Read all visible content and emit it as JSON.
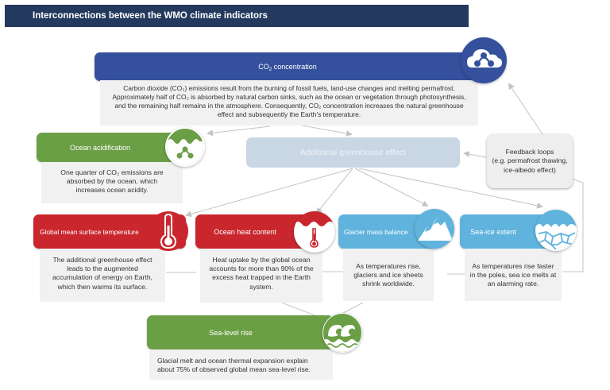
{
  "title": "Interconnections between the WMO climate indicators",
  "colors": {
    "title_bar": "#23395d",
    "co2": "#35509c",
    "green": "#6b9f45",
    "red": "#c9272d",
    "light_blue": "#5fb3dd",
    "ghg_box": "#c9d6e3",
    "desc_bg": "#f1f1f1",
    "connector": "#bdbdbd"
  },
  "nodes": {
    "co2": {
      "title_prefix": "CO",
      "title_sub": "2",
      "title_suffix": " concentration",
      "icon": "cloud-network-icon",
      "description": "Carbon dioxide (CO₂) emissions result from the burning of fossil fuels, land-use changes and melting permafrost. Approximately half of CO₂ is absorbed by natural carbon sinks, such as the ocean or vegetation through photosynthesis, and the remaining half remains in the atmosphere. Consequently, CO₂ concentration increases the natural greenhouse effect and subsequently the Earth’s temperature."
    },
    "ocean_acidification": {
      "title": "Ocean acidification",
      "icon": "ocean-molecule-icon",
      "description": "One quarter of CO₂ emissions are absorbed by the ocean, which increases ocean acidity."
    },
    "additional_ghg": {
      "title": "Additional greenhouse effect"
    },
    "feedback_loops": {
      "line1": "Feedback loops",
      "line2": "(e.g. permafrost thawing,",
      "line3": "ice-albedo effect)"
    },
    "gmst": {
      "title": "Global mean surface temperature",
      "icon": "thermometer-icon",
      "description": "The additional greenhouse effect leads to the augmented accumulation of energy on Earth, which then warms its surface."
    },
    "ohc": {
      "title": "Ocean heat content",
      "icon": "ocean-thermometer-icon",
      "description": "Heat uptake by the global ocean accounts for more than 90% of the excess heat trapped in the Earth system."
    },
    "glacier": {
      "title": "Glacier mass balance",
      "icon": "mountain-icon",
      "description": "As temperatures rise, glaciers and ice sheets shrink worldwide."
    },
    "seaice": {
      "title": "Sea-ice extent",
      "icon": "sea-ice-icon",
      "description": "As temperatures rise faster in the poles, sea ice melts at an alarming rate."
    },
    "sealevel": {
      "title": "Sea-level rise",
      "icon": "waves-icon",
      "description": "Glacial melt and ocean thermal expansion explain about 75% of observed global mean sea-level rise."
    }
  }
}
